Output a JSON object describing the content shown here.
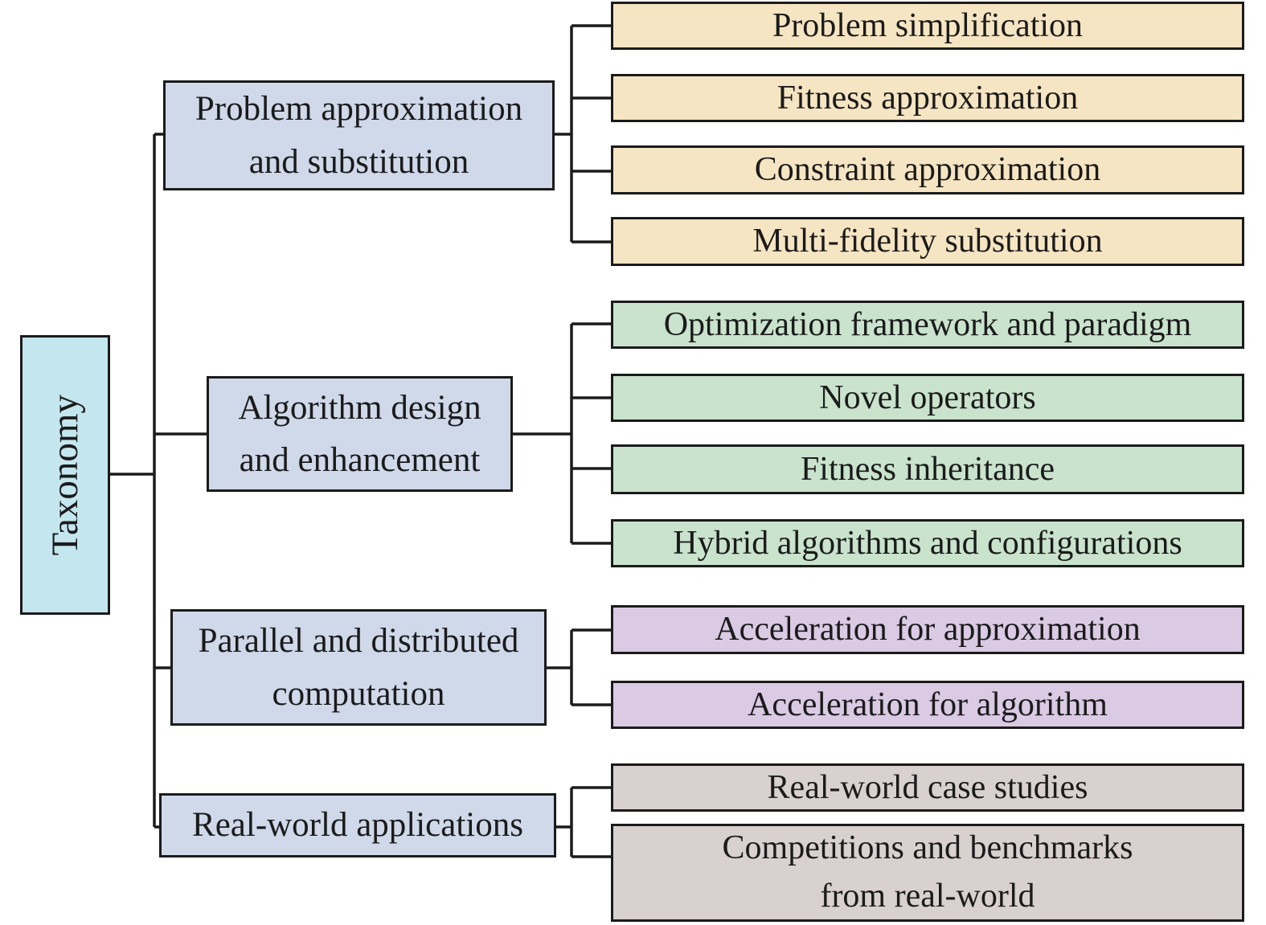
{
  "colors": {
    "root_fill": "#c4e6ef",
    "parent_fill": "#cfd9ea",
    "group1_fill": "#f6e5c2",
    "group2_fill": "#c9e3cd",
    "group3_fill": "#dacae4",
    "group4_fill": "#d8d1d0",
    "border": "#1b1b1b"
  },
  "tree": {
    "root": "Taxonomy",
    "branches": [
      {
        "label": "Problem approximation\nand substitution",
        "children": [
          "Problem simplification",
          "Fitness approximation",
          "Constraint approximation",
          "Multi-fidelity substitution"
        ]
      },
      {
        "label": "Algorithm design\nand enhancement",
        "children": [
          "Optimization framework and paradigm",
          "Novel operators",
          "Fitness inheritance",
          "Hybrid algorithms and configurations"
        ]
      },
      {
        "label": "Parallel and distributed\ncomputation",
        "children": [
          "Acceleration for approximation",
          "Acceleration for algorithm"
        ]
      },
      {
        "label": "Real-world applications",
        "children": [
          "Real-world case studies",
          "Competitions and benchmarks\nfrom real-world"
        ]
      }
    ]
  }
}
